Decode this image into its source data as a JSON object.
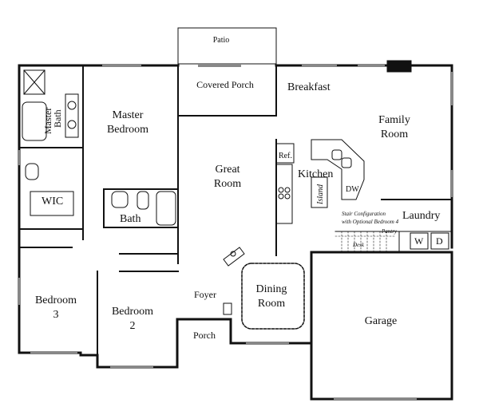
{
  "rooms": {
    "patio": "Patio",
    "covered_porch": "Covered Porch",
    "breakfast": "Breakfast",
    "family_room_1": "Family",
    "family_room_2": "Room",
    "master_bath_1": "Master",
    "master_bath_2": "Bath",
    "master_bedroom_1": "Master",
    "master_bedroom_2": "Bedroom",
    "great_room_1": "Great",
    "great_room_2": "Room",
    "kitchen": "Kitchen",
    "ref": "Ref.",
    "island": "Island",
    "dw": "DW",
    "wic": "WIC",
    "bath": "Bath",
    "laundry": "Laundry",
    "washer": "W",
    "dryer": "D",
    "stair_note_1": "Stair Configuration",
    "stair_note_2": "with Optional Bedroom 4",
    "pantry": "Pantry",
    "desk": "Desk",
    "bedroom3_1": "Bedroom",
    "bedroom3_2": "3",
    "bedroom2_1": "Bedroom",
    "bedroom2_2": "2",
    "foyer": "Foyer",
    "dining_1": "Dining",
    "dining_2": "Room",
    "porch": "Porch",
    "garage": "Garage"
  }
}
